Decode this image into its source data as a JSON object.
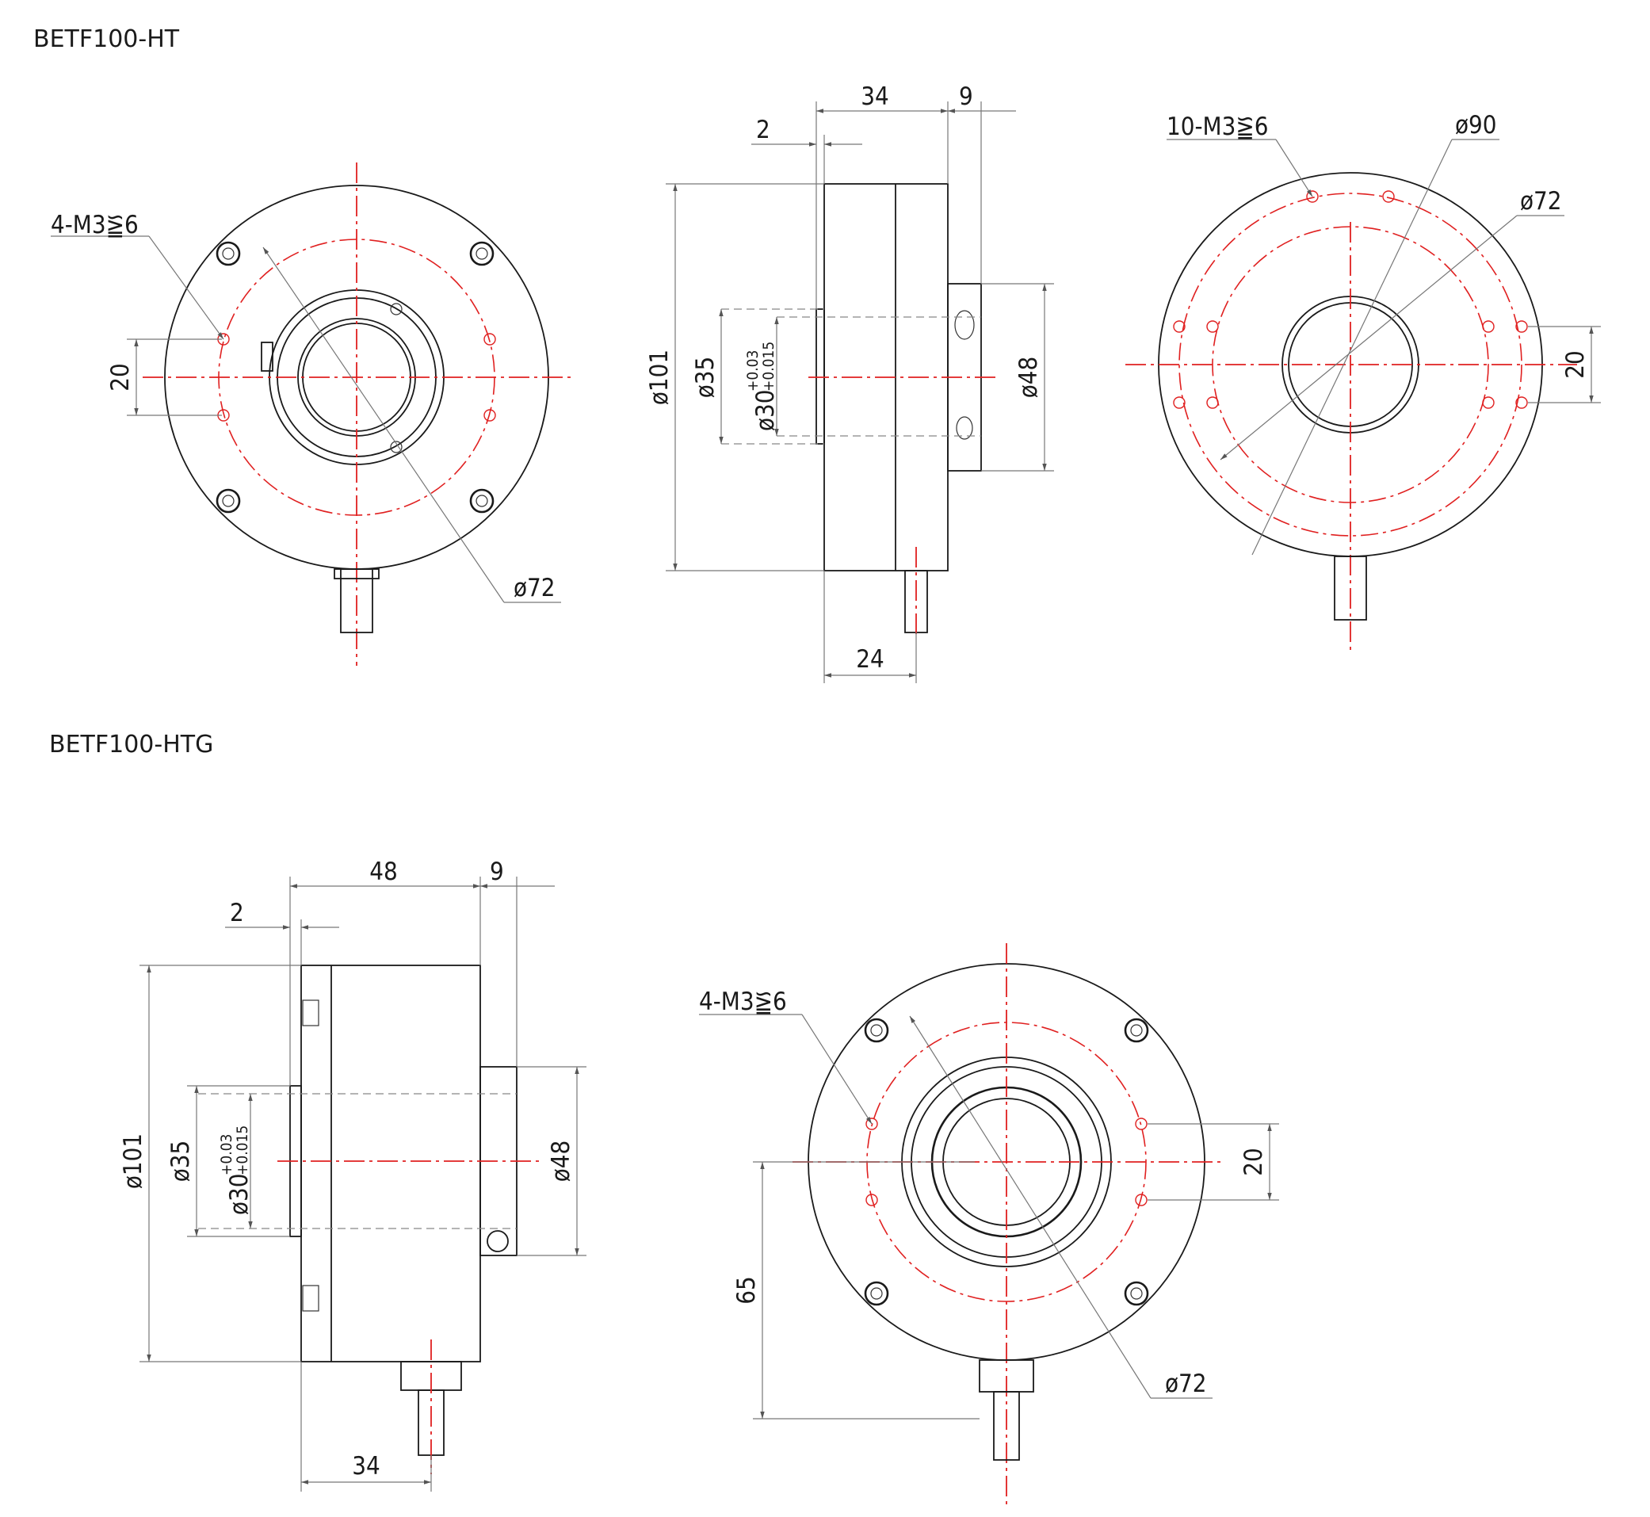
{
  "models": [
    {
      "name": "BETF100-HT"
    },
    {
      "name": "BETF100-HTG"
    }
  ],
  "ht": {
    "front": {
      "holes": "4-M3",
      "depth": "6",
      "dia": "ø72",
      "dist": "20"
    },
    "side": {
      "len": "34",
      "collar": "9",
      "flange": "2",
      "outer": "ø101",
      "bore_out": "ø35",
      "bore": "ø30",
      "tol_up": "+0.03",
      "tol_lo": "+0.015",
      "clamp": "ø48",
      "cable": "24"
    },
    "back": {
      "holes": "10-M3",
      "depth": "6",
      "pcd_out": "ø90",
      "pcd_in": "ø72",
      "dist": "20"
    }
  },
  "htg": {
    "side": {
      "len": "48",
      "collar": "9",
      "flange": "2",
      "outer": "ø101",
      "bore_out": "ø35",
      "bore": "ø30",
      "tol_up": "+0.03",
      "tol_lo": "+0.015",
      "clamp": "ø48",
      "cable": "34"
    },
    "front": {
      "holes": "4-M3",
      "depth": "6",
      "dia": "ø72",
      "dist": "20",
      "height": "65"
    }
  }
}
